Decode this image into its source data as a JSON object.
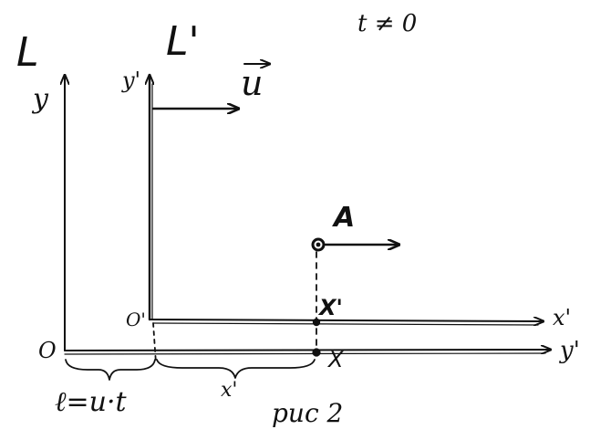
{
  "labels": {
    "frame_L": "L",
    "frame_L_prime": "L'",
    "time_condition": "t ≠ 0",
    "velocity": "u",
    "point_A": "A",
    "axis_y": "y",
    "axis_y_prime": "y'",
    "origin_O": "O",
    "origin_O_prime": "O'",
    "axis_x_prime_end": "x'",
    "axis_lower_end": "y'",
    "point_x_prime": "X'",
    "point_x": "X",
    "distance_formula": "ℓ=u·t",
    "distance_x_prime": "x'",
    "caption": "рис 2"
  },
  "colors": {
    "ink": "#111111",
    "paper": "#ffffff"
  }
}
